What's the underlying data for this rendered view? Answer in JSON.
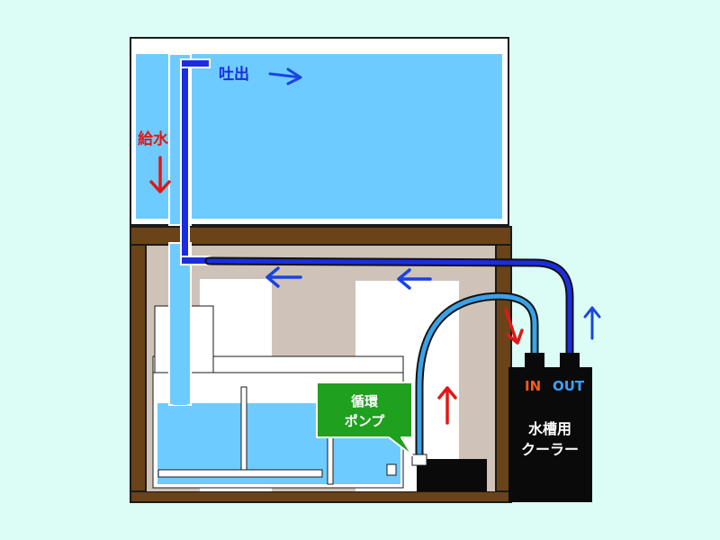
{
  "labels": {
    "discharge": "吐出",
    "supply": "給水",
    "pump": [
      "循環",
      "ポンプ"
    ],
    "cooler_in": "IN",
    "cooler_out": "OUT",
    "cooler": [
      "水槽用",
      "クーラー"
    ]
  },
  "colors": {
    "background": "#dcfdf6",
    "water": "#6ecbff",
    "wood": "#6a4318",
    "pipe_blue": "#1a2ee0",
    "hose_light": "#3aa2e6",
    "arrow_red": "#e01818",
    "arrow_blue": "#1a44e0",
    "pump_label_bg": "#1fa01f",
    "cooler_body": "#0a0a0a",
    "cooler_in_text": "#ff5a14",
    "cooler_out_text": "#3aa2ff"
  },
  "flow_arrows": [
    {
      "id": "discharge-arrow",
      "direction": "right",
      "color": "blue"
    },
    {
      "id": "supply-arrow",
      "direction": "down",
      "color": "red"
    },
    {
      "id": "return-arrow-left-1",
      "direction": "left",
      "color": "blue"
    },
    {
      "id": "return-arrow-left-2",
      "direction": "left",
      "color": "blue"
    },
    {
      "id": "pump-up-arrow",
      "direction": "up",
      "color": "red"
    },
    {
      "id": "cooler-in-arrow",
      "direction": "down-right",
      "color": "red"
    },
    {
      "id": "cooler-out-arrow",
      "direction": "up",
      "color": "blue"
    }
  ]
}
